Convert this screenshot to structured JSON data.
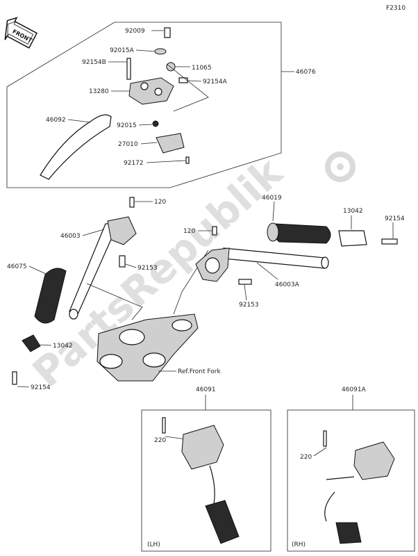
{
  "figure_code": "F2310",
  "front_badge": "FRONT",
  "watermark": "PartsRepublik",
  "callouts": {
    "p92009": "92009",
    "p92015A": "92015A",
    "p92154B": "92154B",
    "p11065": "11065",
    "p92154A": "92154A",
    "p13280": "13280",
    "p46076": "46076",
    "p46092": "46092",
    "p92015": "92015",
    "p27010": "27010",
    "p92172": "92172",
    "p120a": "120",
    "p46003": "46003",
    "p46019": "46019",
    "p13042a": "13042",
    "p92154a": "92154",
    "p120b": "120",
    "p46075": "46075",
    "p92153a": "92153",
    "p46003A": "46003A",
    "p92153b": "92153",
    "p13042b": "13042",
    "p92154b": "92154",
    "ref_front_fork": "Ref.Front Fork",
    "p46091": "46091",
    "p46091A": "46091A",
    "p220a": "220",
    "p220b": "220",
    "lh": "(LH)",
    "rh": "(RH)"
  }
}
